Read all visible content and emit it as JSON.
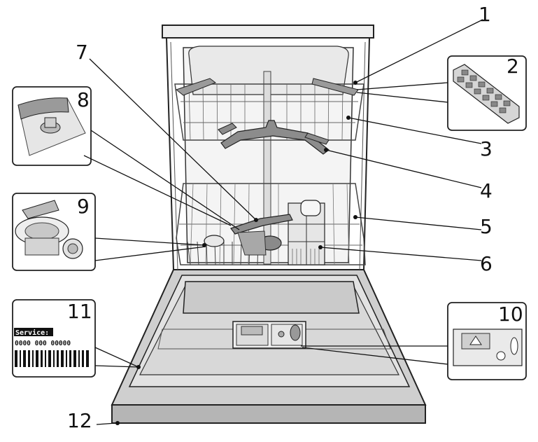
{
  "callouts": [
    "1",
    "2",
    "3",
    "4",
    "5",
    "6",
    "7",
    "8",
    "9",
    "10",
    "11",
    "12"
  ],
  "rating_plate": {
    "service_label": "Service:",
    "service_number": "0000 000 00000"
  }
}
